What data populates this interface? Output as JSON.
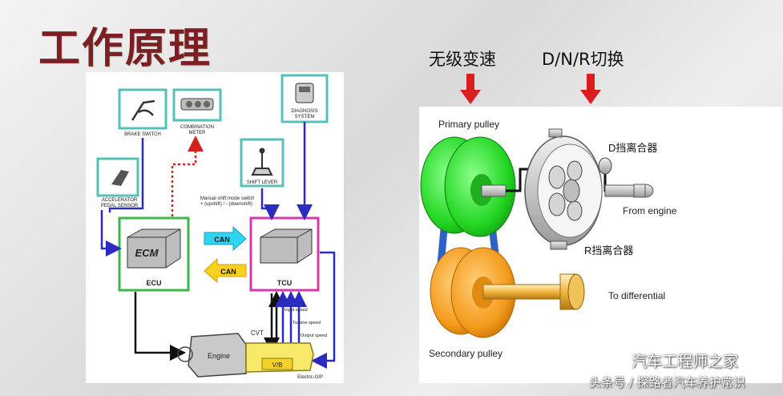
{
  "slide": {
    "title": "工作原理"
  },
  "left_diagram": {
    "brake_switch": "BRAKE SWITCH",
    "combination_meter_1": "COMBINATION",
    "combination_meter_2": "METER",
    "diagnosis_1": "DIAGNOSIS",
    "diagnosis_2": "SYSTEM",
    "shift_lever": "SHIFT LEVER",
    "accelerator_1": "ACCELERATOR",
    "accelerator_2": "PEDAL SENSOR",
    "manual_shift_1": "Manual shift mode switch",
    "manual_shift_2": "+ (upshift) / - (downshift)",
    "ecm_label": "ECM",
    "ecu_label": "ECU",
    "tcu_label": "TCU",
    "can_top": "CAN",
    "can_bottom": "CAN",
    "input_speed": "Input speed",
    "turbine_speed": "Turbine speed",
    "output_speed": "Output speed",
    "cvt": "CVT",
    "engine": "Engine",
    "vb": "V/B",
    "electric_op": "Electric-O/P"
  },
  "right_diagram": {
    "header_left": "无级变速",
    "header_right": "D/N/R切换",
    "primary_pulley": "Primary pulley",
    "d_clutch": "D挡离合器",
    "from_engine": "From engine",
    "r_clutch": "R挡离合器",
    "to_differential": "To differential",
    "secondary_pulley": "Secondary pulley"
  },
  "watermark": {
    "line1": "汽车工程师之家",
    "line2": "头条号 / 探路者汽车养护常识"
  },
  "colors": {
    "title": "#7a1f22",
    "ecu_box": "#3cb54a",
    "tcu_box": "#d63aa8",
    "sensor_box": "#55c1b8",
    "signal_blue": "#2b2bbf",
    "signal_red": "#d2231e",
    "header_arrow": "#d81e1e",
    "primary_pulley": "#2fe02f",
    "secondary_pulley": "#f39a1a",
    "belt": "#2d62c8",
    "shaft_gold": "#f2b640"
  }
}
